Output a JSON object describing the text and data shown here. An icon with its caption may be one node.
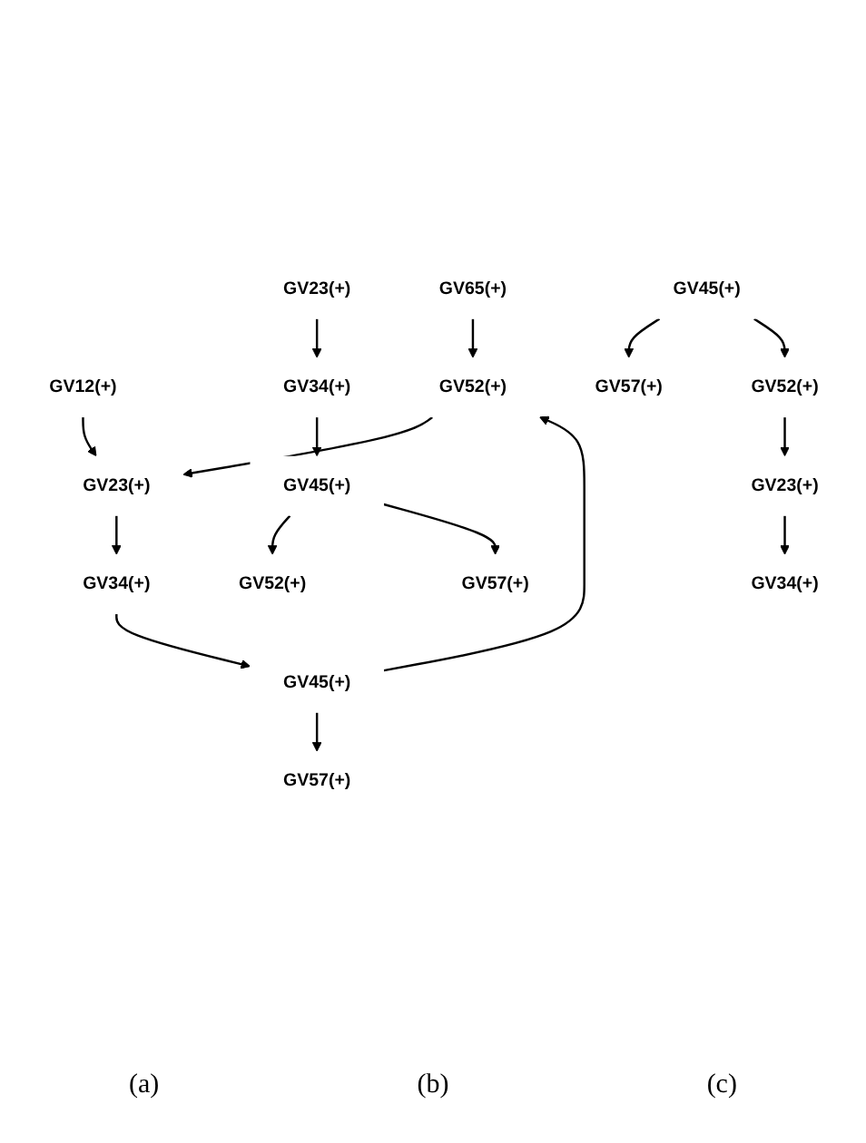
{
  "diagram": {
    "nodes": [
      {
        "text": [
          "GV65(+)"
        ]
      },
      {
        "text": [
          "GV12(+)"
        ]
      },
      {
        "text": [
          "GV52(+)"
        ]
      },
      {
        "text": [
          "GV23(+)"
        ]
      },
      {
        "text": [
          "GV45(+)"
        ]
      },
      {
        "text": [
          "GV34(+)"
        ]
      },
      {
        "text": [
          "GV57(+)"
        ]
      },
      {
        "text": [
          "GV23(+)"
        ]
      },
      {
        "text": [
          "GV34(+)"
        ]
      },
      {
        "text": [
          "GV45(+)"
        ]
      },
      {
        "text": [
          "GV52(+)"
        ]
      },
      {
        "text": [
          "GV57(+)"
        ]
      },
      {
        "text": [
          "GV45(+)"
        ]
      },
      {
        "text": [
          "GV57(+)"
        ]
      },
      {
        "text": [
          "GV52(+)"
        ]
      },
      {
        "text": [
          "GV23(+)"
        ]
      },
      {
        "text": [
          "GV34(+)"
        ]
      }
    ],
    "edges": [
      {
        "from": 0,
        "to": 2,
        "arrow": "to"
      },
      {
        "from": 1,
        "to": 3,
        "arrow": "to"
      },
      {
        "from": 2,
        "to": 3,
        "arrow": "to"
      },
      {
        "from": 3,
        "to": 5,
        "arrow": "to"
      },
      {
        "from": 5,
        "to": 4,
        "arrow": "to"
      },
      {
        "from": 4,
        "to": 2,
        "arrow": "to"
      },
      {
        "from": 4,
        "to": 6,
        "arrow": "to"
      },
      {
        "from": 7,
        "to": 8,
        "arrow": "to"
      },
      {
        "from": 8,
        "to": 9,
        "arrow": "to"
      },
      {
        "from": 9,
        "to": 10,
        "arrow": "to"
      },
      {
        "from": 9,
        "to": 11,
        "arrow": "to"
      },
      {
        "from": 12,
        "to": 13,
        "arrow": "to"
      },
      {
        "from": 12,
        "to": 14,
        "arrow": "to"
      },
      {
        "from": 14,
        "to": 15,
        "arrow": "to"
      },
      {
        "from": 15,
        "to": 16,
        "arrow": "to"
      }
    ],
    "labels": [
      "(a)",
      "(b)",
      "(c)"
    ]
  }
}
